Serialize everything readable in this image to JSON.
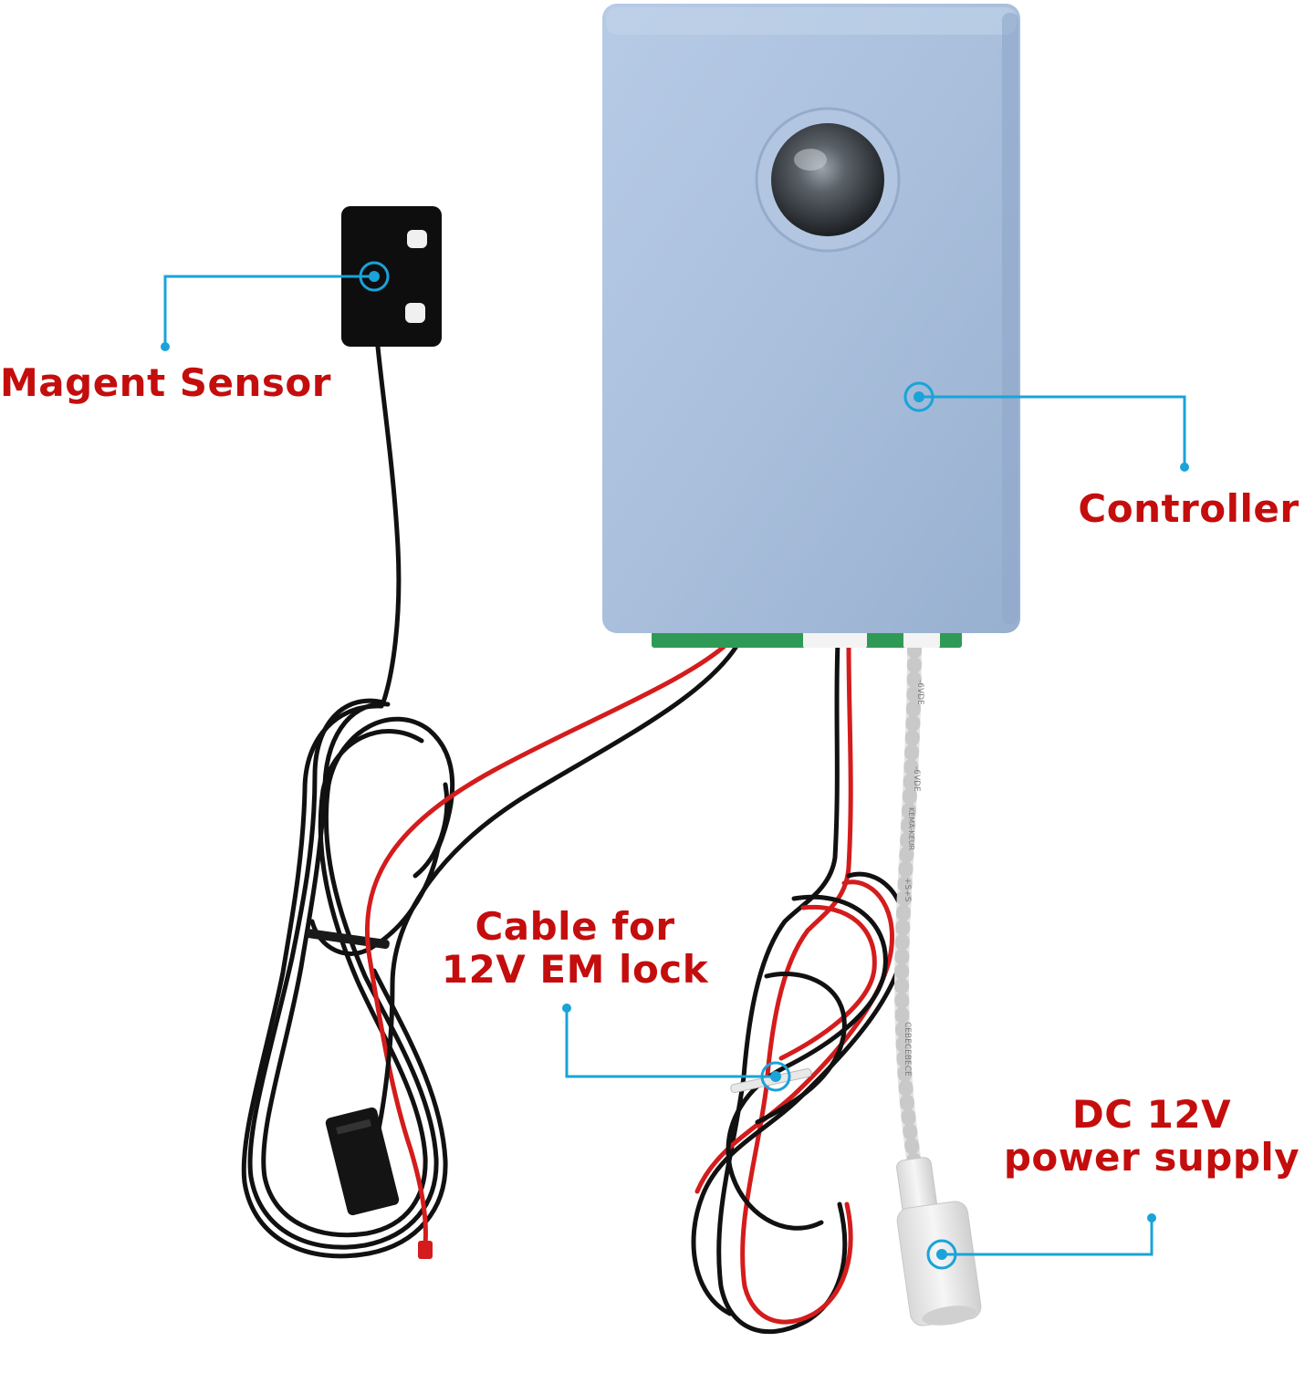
{
  "labels": {
    "magnet_sensor": "Magent Sensor",
    "controller": "Controller",
    "em_lock_cable_line1": "Cable for",
    "em_lock_cable_line2": "12V EM lock",
    "power_supply_line1": "DC 12V",
    "power_supply_line2": "power supply"
  },
  "printed_markings": {
    "cable_marks": [
      "-6VDE",
      "-6VDE",
      "KEMA-KEUR",
      "+S+S",
      "CEBECEBECE"
    ]
  },
  "colors": {
    "label_text": "#c40d0d",
    "callout_line": "#1aa3d9",
    "controller_body": "#a9bfdc",
    "wire_black": "#111111",
    "wire_red": "#d41c1c",
    "cable_white": "#ececec"
  },
  "icons": {
    "callout_marker": "target-ring-icon",
    "callout_end": "dot-icon"
  }
}
